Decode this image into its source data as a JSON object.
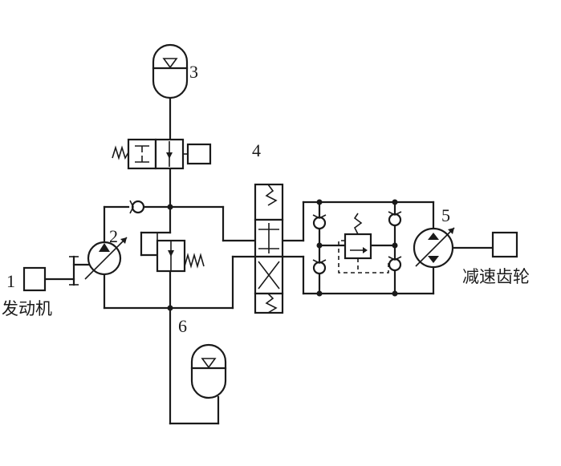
{
  "labels": {
    "engine_number": "1",
    "engine_name": "发动机",
    "pump_number": "2",
    "accumulator_top_number": "3",
    "directional_valve_number": "4",
    "motor_number": "5",
    "accumulator_bottom_number": "6",
    "gear_name": "减速齿轮"
  }
}
